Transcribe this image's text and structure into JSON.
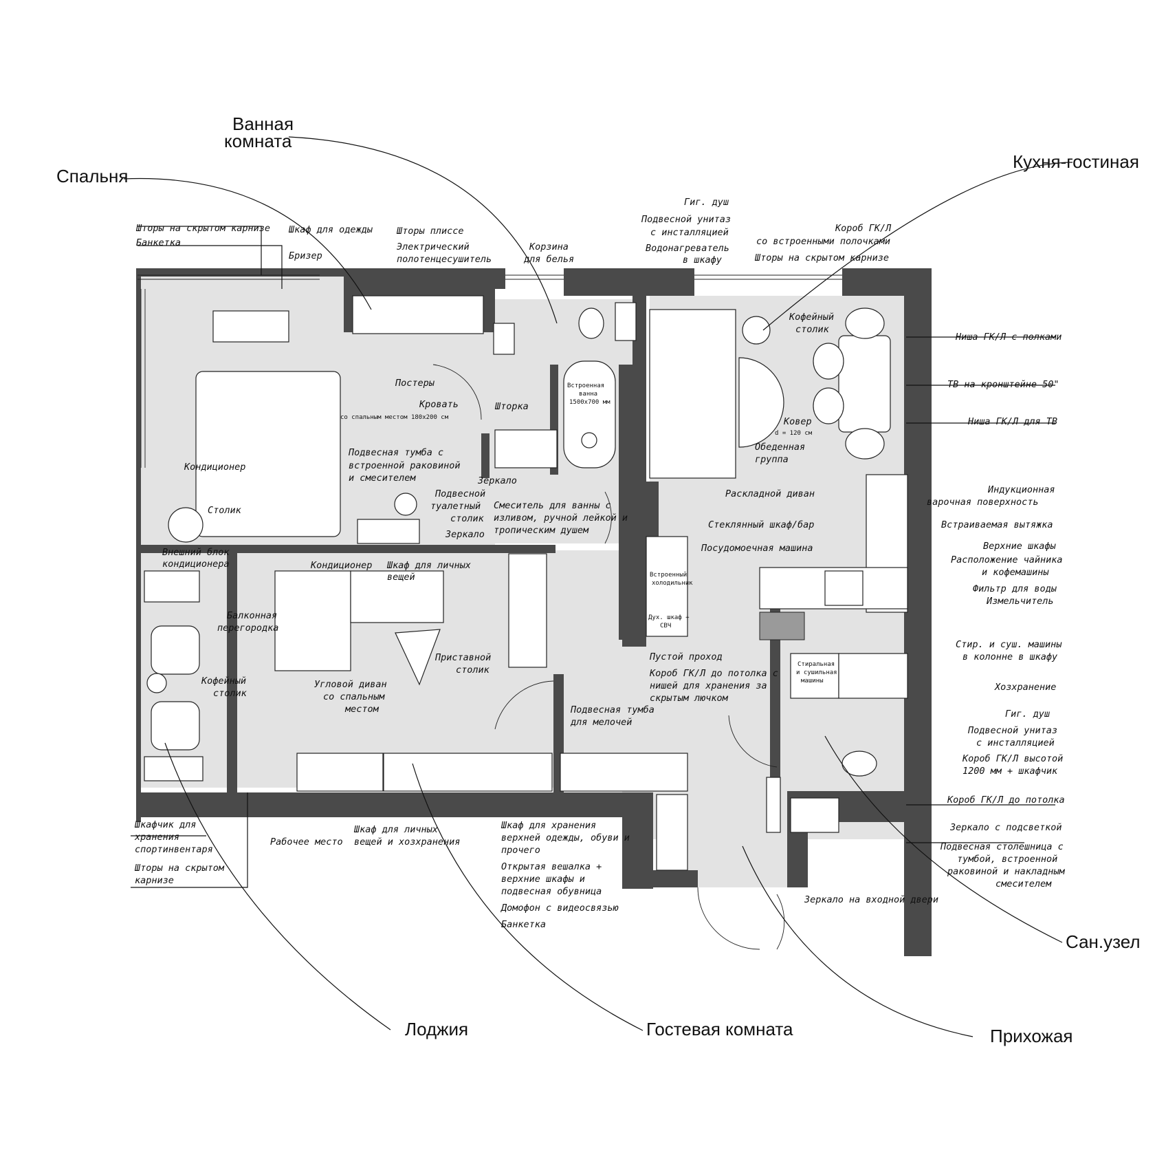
{
  "rooms": {
    "bathroom_1": "Ванная",
    "bathroom_2": "комната",
    "bedroom": "Спальня",
    "kitchen": "Кухня-гостиная",
    "wc": "Сан.узел",
    "loggia": "Лоджия",
    "guest": "Гостевая комната",
    "hall": "Прихожая"
  },
  "callouts": {
    "a1": "Шторы на скрытом карнизе",
    "a2": "Банкетка",
    "a3": "Шкаф для одежды",
    "a4": "Бризер",
    "a5": "Шторы плиссе",
    "a6": "Электрический",
    "a7": "полотенцесушитель",
    "a8": "Корзина",
    "a9": "для белья",
    "a10": "Гиг. душ",
    "a11": "Подвесной унитаз",
    "a12": "с инсталляцией",
    "a13": "Водонагреватель",
    "a14": "в шкафу",
    "a15": "Короб ГК/Л",
    "a16": "со встроенными полочками",
    "a17": "Шторы на скрытом карнизе",
    "b1": "Постеры",
    "b2": "Кровать",
    "b3": "со спальным местом 180х200 см",
    "b4": "Шторка",
    "b5": "Подвесная тумба с",
    "b6": "встроенной раковиной",
    "b7": "и смесителем",
    "b8": "Зеркало",
    "b9": "Подвесной",
    "b10": "туалетный",
    "b11": "столик",
    "b12": "Зеркало",
    "b13": "Смеситель для ванны с",
    "b14": "изливом, ручной лейкой и",
    "b15": "тропическим душем",
    "b16": "Кондиционер",
    "b17": "Столик",
    "b18": "Кофейный",
    "b19": "столик",
    "b20": "Ковер",
    "b21": "d = 120 см",
    "b22": "Обеденная",
    "b23": "группа",
    "b24": "Раскладной диван",
    "b25": "Стеклянный шкаф/бар",
    "b26": "Посудомоечная машина",
    "b27": "Встроенная",
    "b28": "ванна",
    "b29": "1500х700 мм",
    "b30": "Встроенный",
    "b31": "холодильник",
    "b32": "Дух. шкаф +",
    "b33": "СВЧ",
    "c1": "Внешний блок",
    "c2": "кондиционера",
    "c3": "Кондиционер",
    "c4": "Шкаф для личных",
    "c5": "вещей",
    "c6": "Балконная",
    "c7": "перегородка",
    "c8": "Кофейный",
    "c9": "столик",
    "c10": "Приставной",
    "c11": "столик",
    "c12": "Угловой диван",
    "c13": "со спальным",
    "c14": "местом",
    "c15": "Пустой проход",
    "c16": "Короб ГК/Л до потолка с",
    "c17": "нишей для хранения за",
    "c18": "скрытым лючком",
    "c19": "Подвесная тумба",
    "c20": "для мелочей",
    "c21": "Стиральная",
    "c22": "и сушильная",
    "c23": "машины",
    "r1": "Ниша ГК/Л с полками",
    "r2": "ТВ на кронштейне 50\"",
    "r3": "Ниша ГК/Л для ТВ",
    "r4": "Индукционная",
    "r5": "варочная поверхность",
    "r6": "Встраиваемая вытяжка",
    "r7": "Верхние шкафы",
    "r8": "Расположение чайника",
    "r9": "и кофемашины",
    "r10": "Фильтр для воды",
    "r11": "Измельчитель",
    "r12": "Стир. и суш. машины",
    "r13": "в колонне в шкафу",
    "r14": "Хозхранение",
    "r15": "Гиг. душ",
    "r16": "Подвесной унитаз",
    "r17": "с инсталляцией",
    "r18": "Короб ГК/Л высотой",
    "r19": "1200 мм + шкафчик",
    "r20": "Короб ГК/Л до потолка",
    "r21": "Зеркало с подсветкой",
    "r22": "Подвесная столешница с",
    "r23": "тумбой, встроенной",
    "r24": "раковиной и накладным",
    "r25": "смесителем",
    "d1": "Шкафчик для",
    "d2": "хранения",
    "d3": "спортинвентаря",
    "d4": "Шторы на скрытом",
    "d5": "карнизе",
    "d6": "Рабочее место",
    "d7": "Шкаф для личных",
    "d8": "вещей и хозхранения",
    "d9": "Шкаф для хранения",
    "d10": "верхней одежды, обуви и",
    "d11": "прочего",
    "d12": "Открытая вешалка +",
    "d13": "верхние шкафы и",
    "d14": "подвесная обувница",
    "d15": "Домофон с видеосвязью",
    "d16": "Банкетка",
    "d17": "Зеркало на входной двери"
  }
}
